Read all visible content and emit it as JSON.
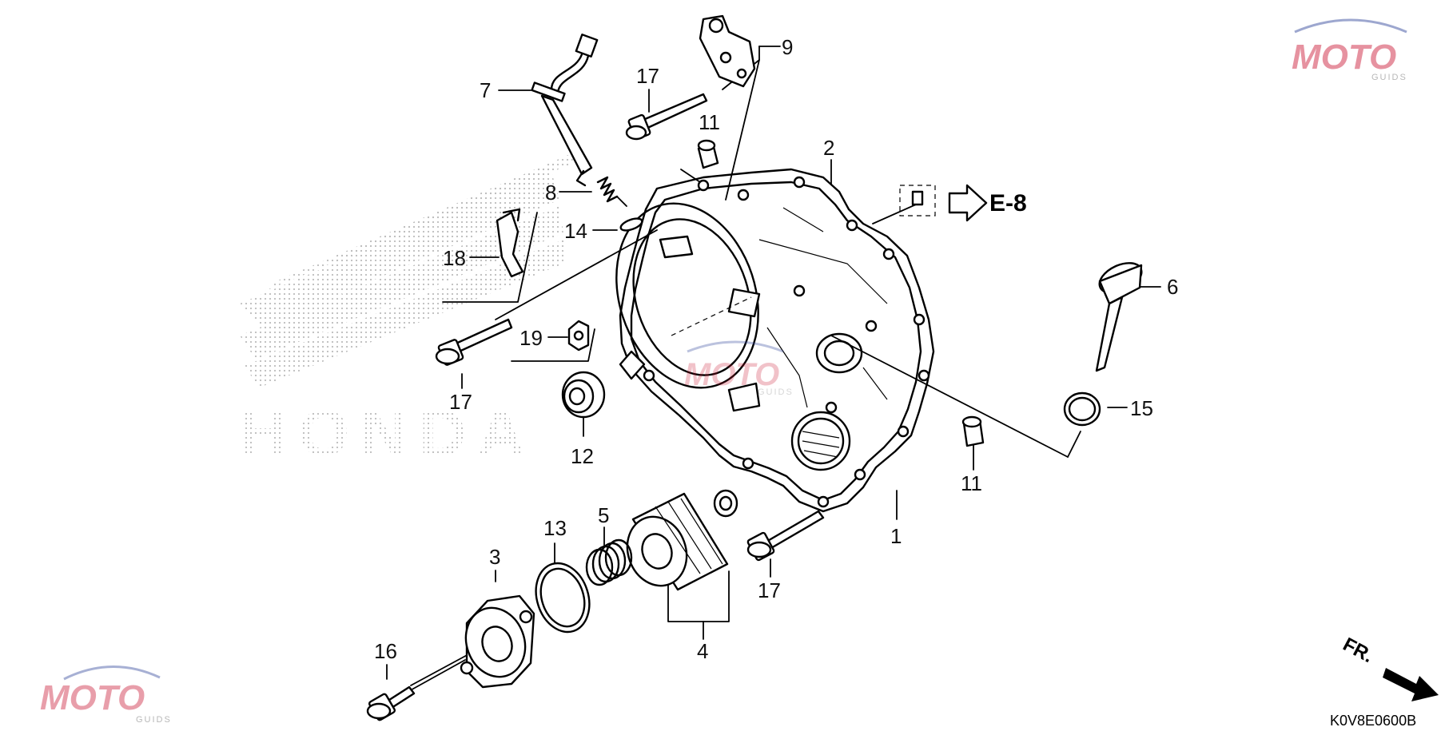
{
  "diagram": {
    "part_callouts": [
      "1",
      "2",
      "3",
      "4",
      "5",
      "6",
      "7",
      "8",
      "9",
      "11",
      "11",
      "12",
      "13",
      "14",
      "15",
      "16",
      "17",
      "17",
      "17",
      "18",
      "19"
    ],
    "reference_label": "E-8",
    "direction_label": "FR.",
    "diagram_code": "K0V8E0600B",
    "watermark": {
      "brand_text": "MOTO",
      "sub_text": "GUIDS",
      "background_logo_text": "HONDA"
    },
    "colors": {
      "line": "#000000",
      "watermark_red": "#c8102e",
      "watermark_blue": "#3b4fa0",
      "watermark_gray": "#9a9a9a",
      "logo_dots": "#b5b5b5"
    }
  }
}
